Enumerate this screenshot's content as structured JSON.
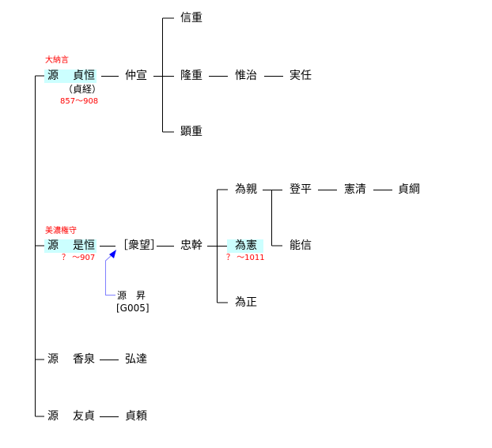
{
  "colors": {
    "highlight": "#ccffff",
    "note": "#ff0000",
    "link": "#0000ff"
  },
  "titles": {
    "sadatsune": "大納言",
    "koretsune": "美濃権守"
  },
  "people": {
    "minamoto_sadatsune": {
      "clan": "源",
      "name": "貞恒",
      "alt": "（貞経）",
      "years": "857～908"
    },
    "nakanobu": "仲宣",
    "nobushige": "信重",
    "takashige": "隆重",
    "akishige": "顕重",
    "koreharu": "惟治",
    "sanetou": "実任",
    "minamoto_koretsune": {
      "clan": "源",
      "name": "是恒",
      "years": "？ ～907"
    },
    "shubou": "［衆望］",
    "tadamoto": "忠幹",
    "tamechika": "為親",
    "tamenori": {
      "name": "為憲",
      "years": "？ ～1011"
    },
    "tamemasa": "為正",
    "tohira": "登平",
    "norikiyo": "憲清",
    "sadatsuna": "貞綱",
    "yoshinobu": "能信",
    "minamoto_noboru": {
      "name": "源　昇",
      "ref": "[G005]"
    },
    "minamoto_kaizumi": {
      "clan": "源",
      "name": "香泉"
    },
    "hirosato": "弘達",
    "minamoto_tomosada": {
      "clan": "源",
      "name": "友貞"
    },
    "sadayori": "貞頼"
  }
}
